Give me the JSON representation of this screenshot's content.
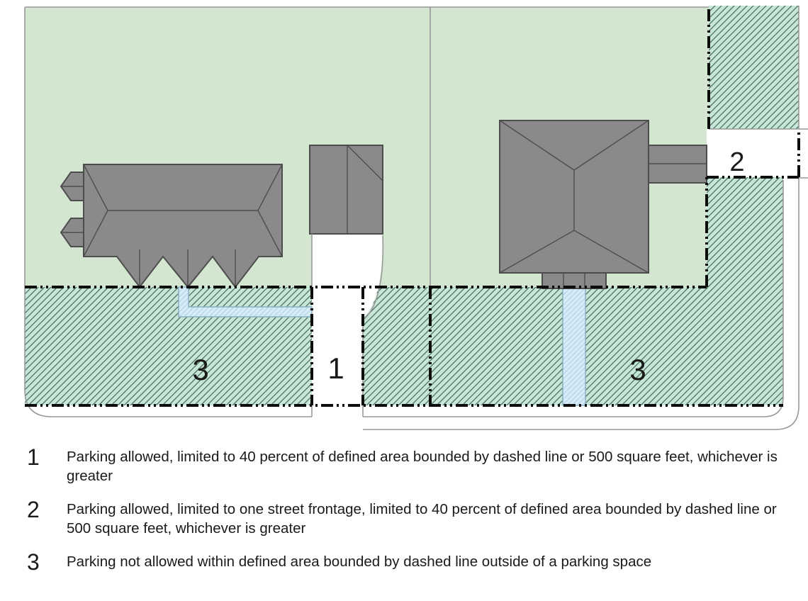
{
  "figure": {
    "area_labels": {
      "one": "1",
      "two": "2",
      "three_left": "3",
      "three_right": "3"
    }
  },
  "legend": {
    "items": [
      {
        "number": "1",
        "text": "Parking allowed, limited to 40 percent of defined area bounded by dashed line or 500 square feet, whichever is greater"
      },
      {
        "number": "2",
        "text": "Parking allowed, limited to one street frontage, limited to 40 percent of defined area bounded by dashed line or 500 square feet, whichever is greater"
      },
      {
        "number": "3",
        "text": "Parking not allowed within defined area bounded by dashed line outside of a parking space"
      }
    ]
  },
  "colors": {
    "lawn": "#d3e6cf",
    "hatch-bg": "#c6e6d7",
    "hatch-line": "#4a6b5c",
    "walkway-bg": "#d8ecf7",
    "walkway-line": "#aed3e6",
    "walkway-stroke": "#8aafc4",
    "building": "#8a8a8a",
    "building-stroke": "#4d4d4d",
    "boundary": "#0d0d0d",
    "street-line": "#999999",
    "label": "#1a1a1a"
  }
}
